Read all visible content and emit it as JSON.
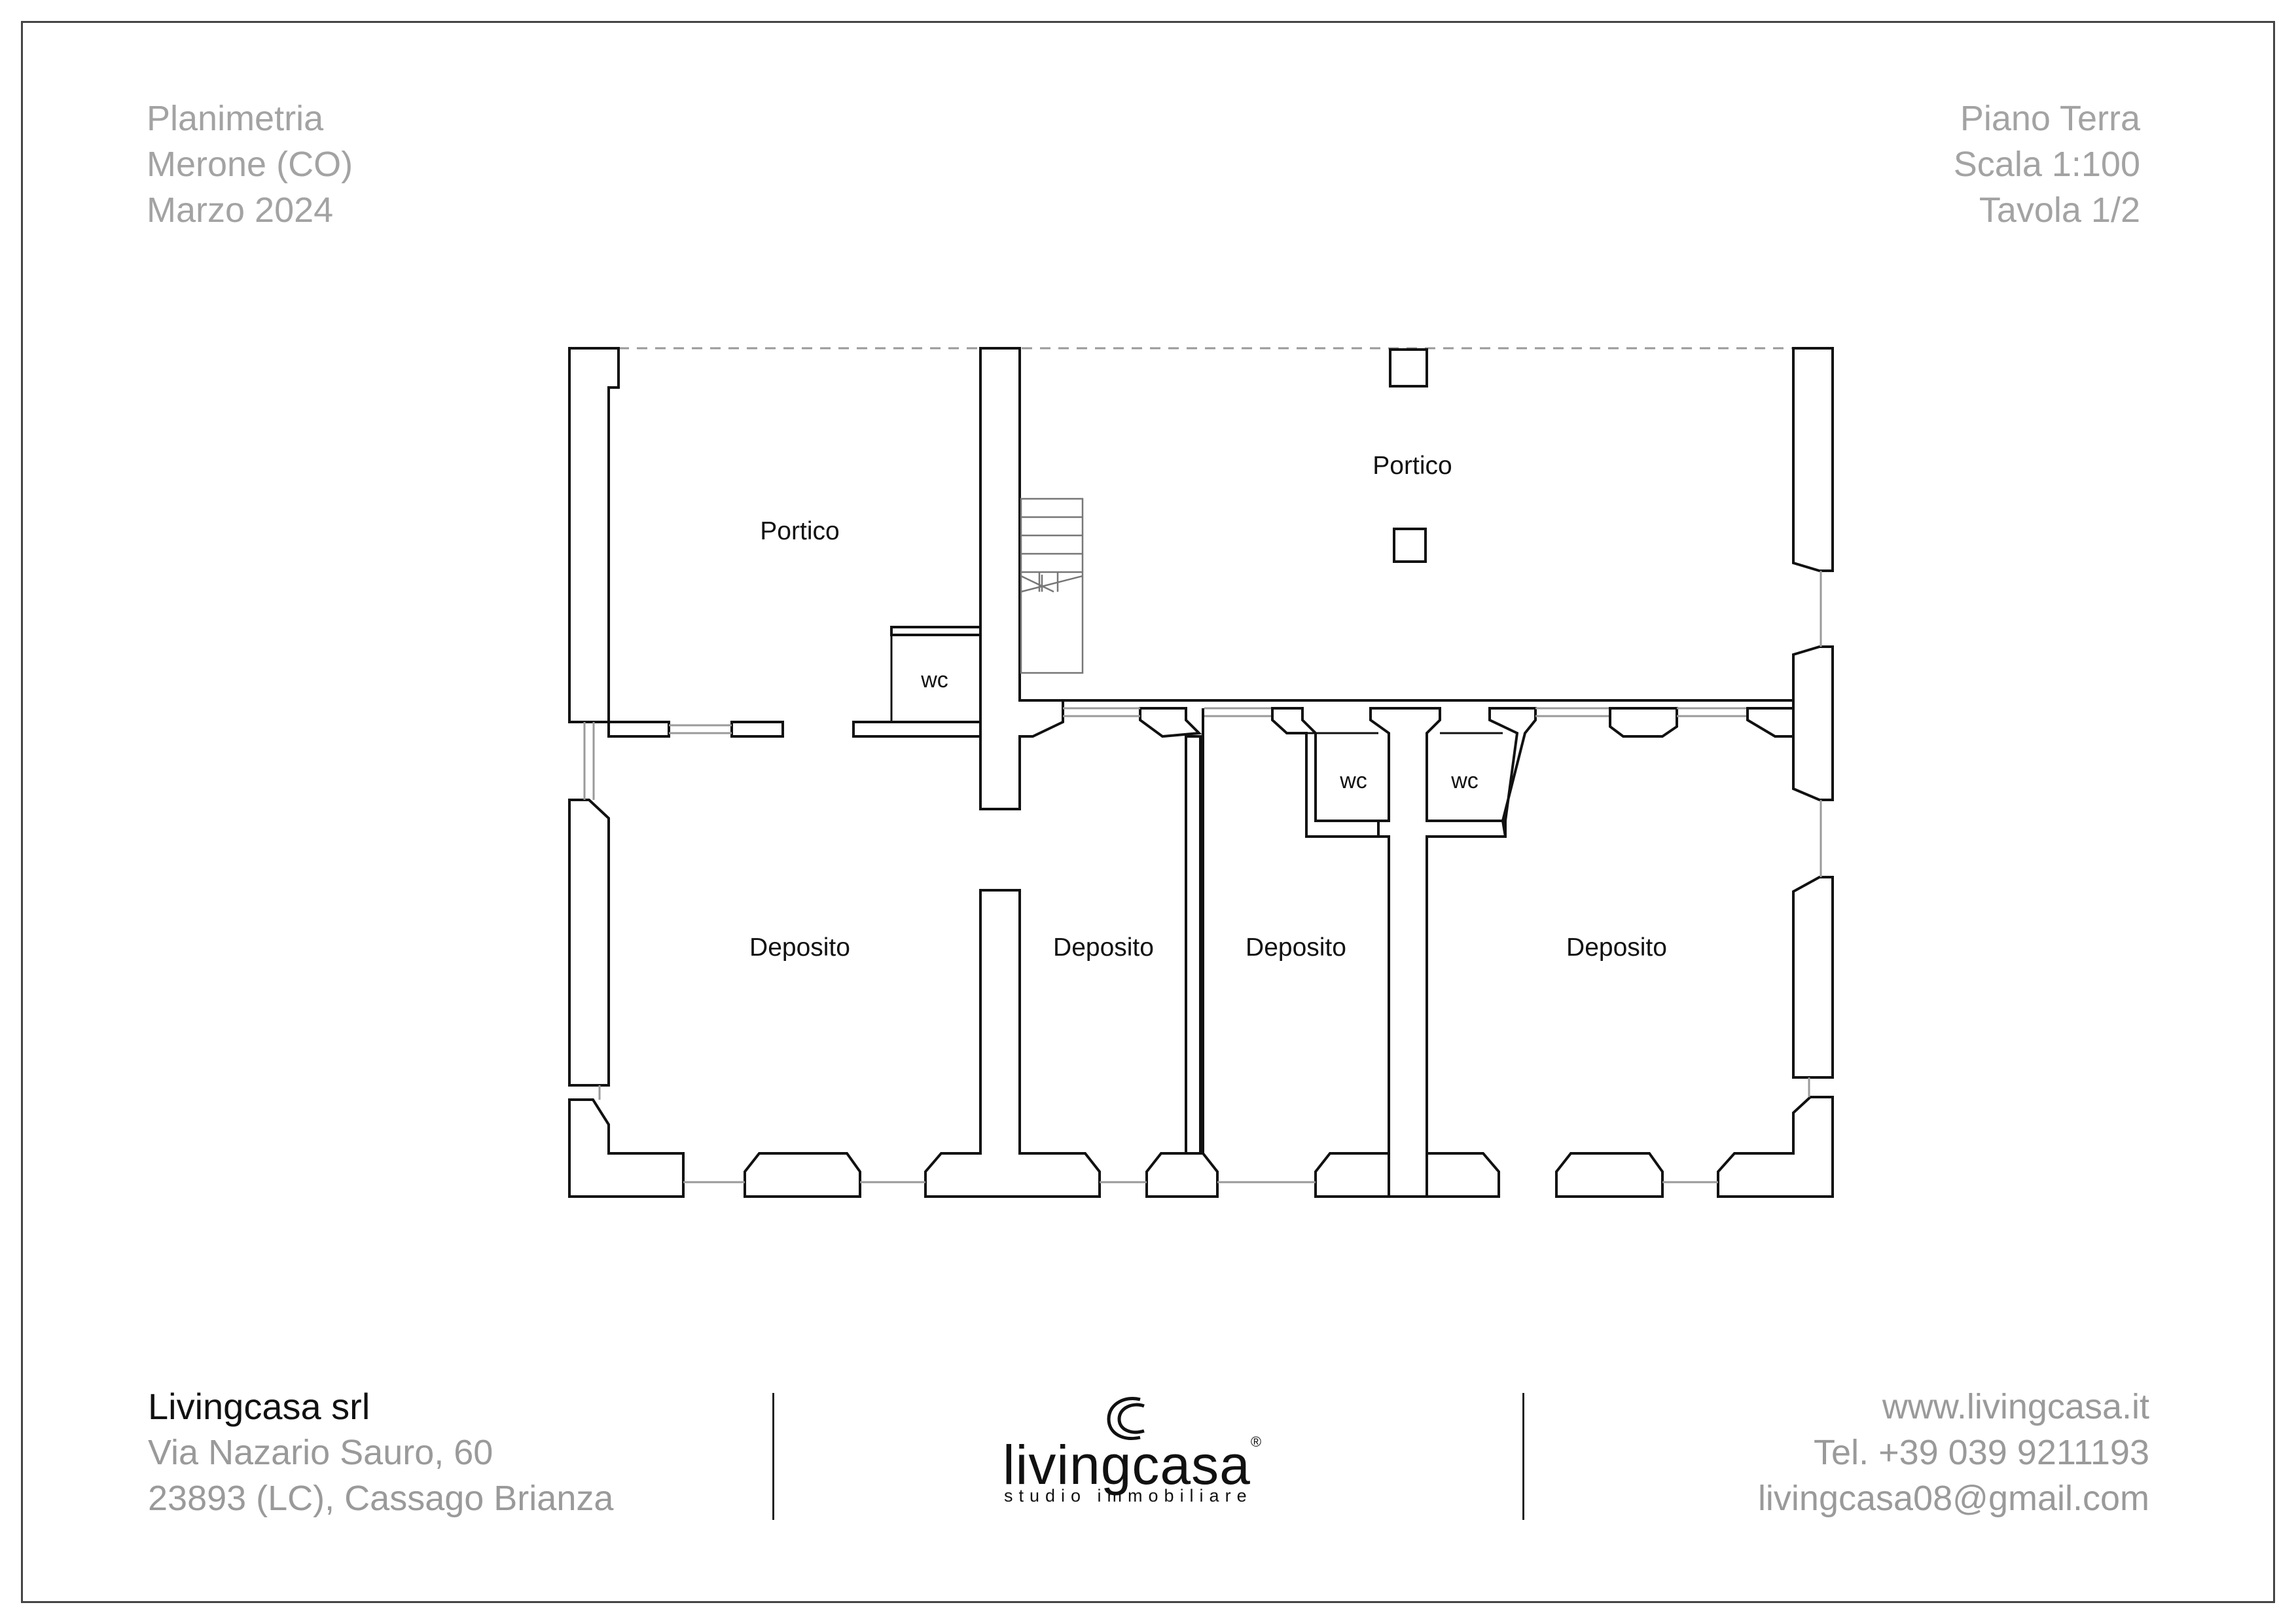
{
  "header_left": {
    "line1": "Planimetria",
    "line2": "Merone (CO)",
    "line3": "Marzo 2024"
  },
  "header_right": {
    "line1": "Piano Terra",
    "line2": "Scala 1:100",
    "line3": "Tavola 1/2"
  },
  "rooms": {
    "portico_left": "Portico",
    "portico_right": "Portico",
    "wc_1": "wc",
    "wc_2": "wc",
    "wc_3": "wc",
    "deposito_1": "Deposito",
    "deposito_2": "Deposito",
    "deposito_3": "Deposito",
    "deposito_4": "Deposito"
  },
  "footer_left": {
    "company": "Livingcasa srl",
    "address1": "Via Nazario Sauro, 60",
    "address2": "23893 (LC), Cassago Brianza"
  },
  "logo": {
    "wordmark": "livingcasa",
    "registered": "®",
    "tagline": "studio immobiliare"
  },
  "footer_right": {
    "website": "www.livingcasa.it",
    "phone": "Tel. +39 039 9211193",
    "email": "livingcasa08@gmail.com"
  },
  "colors": {
    "wall": "#111111",
    "muted_text": "#a3a3a3",
    "window": "#9a9a9a"
  }
}
